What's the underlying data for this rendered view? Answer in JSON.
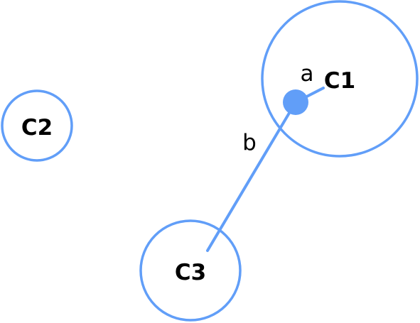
{
  "colors": {
    "stroke": "#619ef8",
    "point": "#619ef8",
    "text": "#000000",
    "background": "#ffffff"
  },
  "circles": {
    "c1": {
      "label": "C1"
    },
    "c2": {
      "label": "C2"
    },
    "c3": {
      "label": "C3"
    }
  },
  "segments": {
    "a": {
      "label": "a"
    },
    "b": {
      "label": "b"
    }
  }
}
